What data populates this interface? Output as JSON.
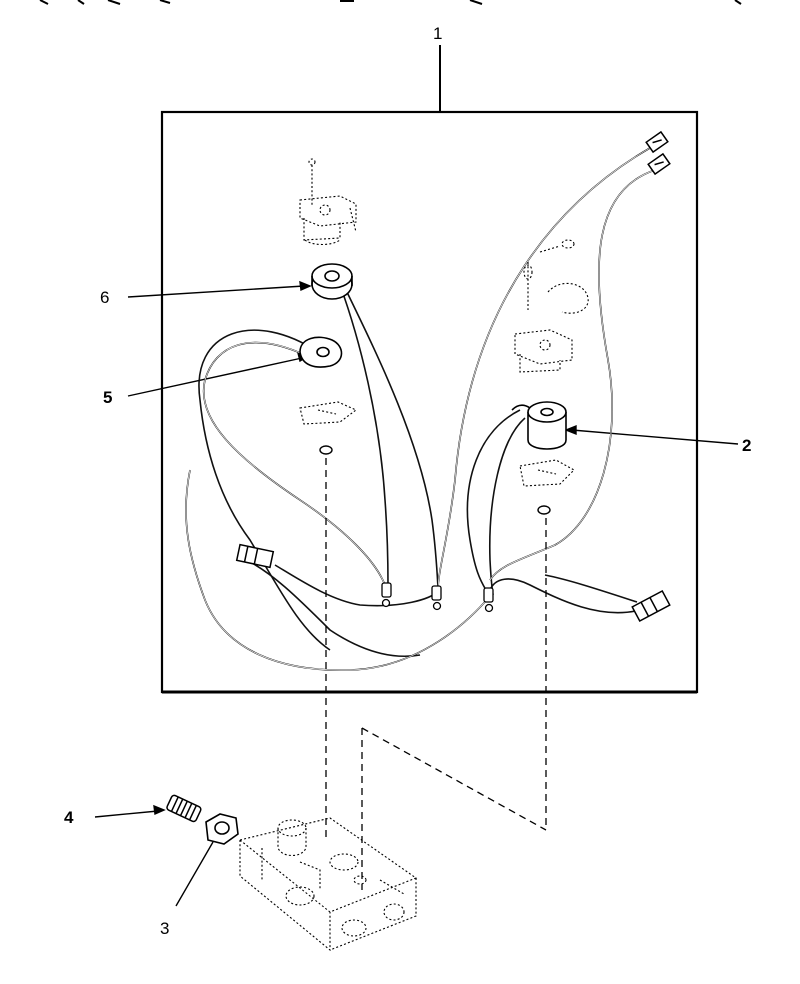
{
  "callouts": [
    {
      "id": "1",
      "text": "1"
    },
    {
      "id": "2",
      "text": "2"
    },
    {
      "id": "3",
      "text": "3"
    },
    {
      "id": "4",
      "text": "4"
    },
    {
      "id": "5",
      "text": "5"
    },
    {
      "id": "6",
      "text": "6"
    }
  ],
  "colors": {
    "ink": "#000000",
    "background": "#ffffff"
  }
}
